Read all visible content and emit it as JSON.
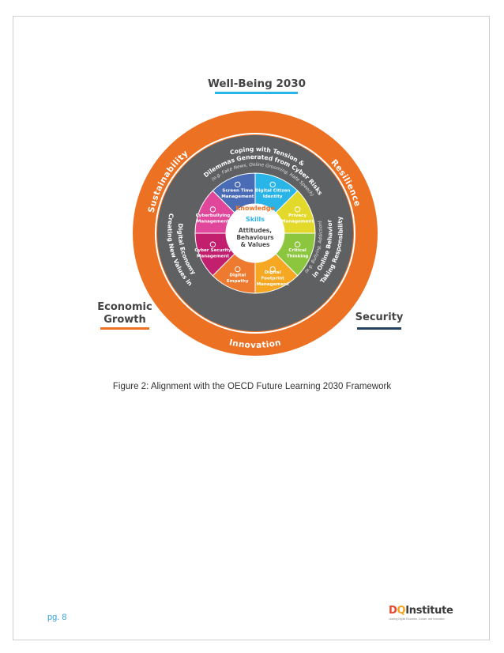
{
  "diagram": {
    "top_title": "Well-Being 2030",
    "left_outer": [
      "Economic",
      "Growth"
    ],
    "right_outer": "Security",
    "outer_ring": {
      "top_left": "Sustainability",
      "top_right": "Resilience",
      "bottom": "Innovation"
    },
    "gray_ring": {
      "top_line1": "Coping with Tension &",
      "top_line2": "Dilemmas Generated from Cyber Risks",
      "top_line3": "(e.g. Fake News, Online Grooming, Hate Speech)",
      "left_line1": "Creating New Values in",
      "left_line2": "Digital Economy",
      "right_line1": "Taking Responsibility",
      "right_line2": "in Online Behavior",
      "right_line3": "(e.g. Bullying, Addiction)"
    },
    "center": {
      "knowledge": "Knowledge",
      "skills": "Skills",
      "attitudes1": "Attitudes,",
      "attitudes2": "Behaviours",
      "attitudes3": "& Values"
    },
    "segments": [
      {
        "line1": "Digital Citizen",
        "line2": "Identity",
        "color": "#29b5e8",
        "icon": "globe-icon"
      },
      {
        "line1": "Privacy",
        "line2": "Management",
        "color": "#e3d92a",
        "icon": "lock-icon"
      },
      {
        "line1": "Critical",
        "line2": "Thinking",
        "color": "#8cc63f",
        "icon": "lightbulb-icon"
      },
      {
        "line1": "Digital",
        "line2": "Footprint",
        "line3": "Management",
        "color": "#f7a823",
        "icon": "footprint-icon"
      },
      {
        "line1": "Digital",
        "line2": "Empathy",
        "color": "#ee7a30",
        "icon": "heart-icon"
      },
      {
        "line1": "Cyber Security",
        "line2": "Management",
        "color": "#c21f6e",
        "icon": "key-icon"
      },
      {
        "line1": "Cyberbullying",
        "line2": "Management",
        "color": "#e0479b",
        "icon": "shield-icon"
      },
      {
        "line1": "Screen Time",
        "line2": "Management",
        "color": "#4a6cb6",
        "icon": "clock-icon"
      }
    ],
    "colors": {
      "orange": "#ec7123",
      "gray": "#5e6062",
      "blue_accent": "#29b5e8",
      "navy_accent": "#24425f",
      "knowledge": "#ec7123",
      "skills": "#29b5e8",
      "attitudes": "#4a4a4a"
    }
  },
  "caption": "Figure 2: Alignment with the OECD Future Learning 2030 Framework",
  "footer": {
    "page_number": "pg. 8",
    "logo_text": "DQ Institute",
    "logo_tagline": "Leading Digital Education, Culture, and Innovation"
  }
}
